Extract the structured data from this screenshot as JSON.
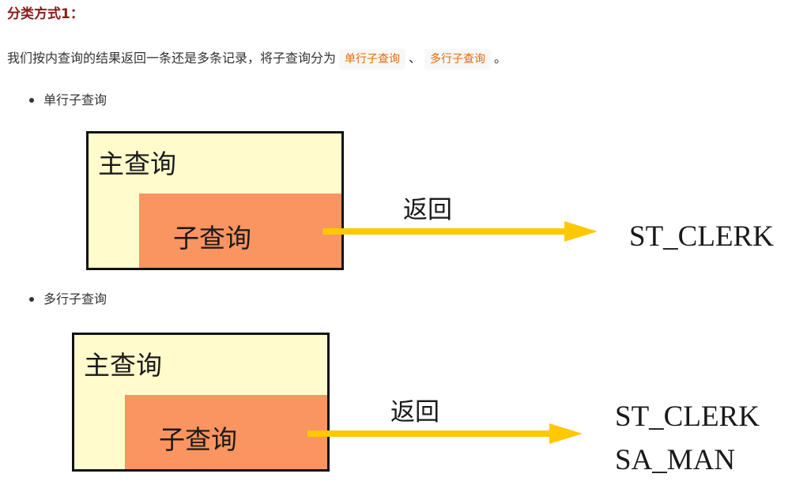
{
  "heading": "分类方式1：",
  "intro": {
    "prefix": "我们按内查询的结果返回一条还是多条记录，将子查询分为",
    "code1": "单行子查询",
    "separator": "、",
    "code2": "多行子查询",
    "suffix": "。"
  },
  "sections": [
    {
      "bullet": "单行子查询",
      "outer_label": "主查询",
      "inner_label": "子查询",
      "return_label": "返回",
      "results": [
        "ST_CLERK"
      ]
    },
    {
      "bullet": "多行子查询",
      "outer_label": "主查询",
      "inner_label": "子查询",
      "return_label": "返回",
      "results": [
        "ST_CLERK",
        "SA_MAN"
      ]
    }
  ],
  "colors": {
    "heading": "#8b1a1a",
    "code_text": "#e96900",
    "outer_box": "#fffbcc",
    "inner_box": "#fa9460",
    "arrow": "#ffc800"
  }
}
